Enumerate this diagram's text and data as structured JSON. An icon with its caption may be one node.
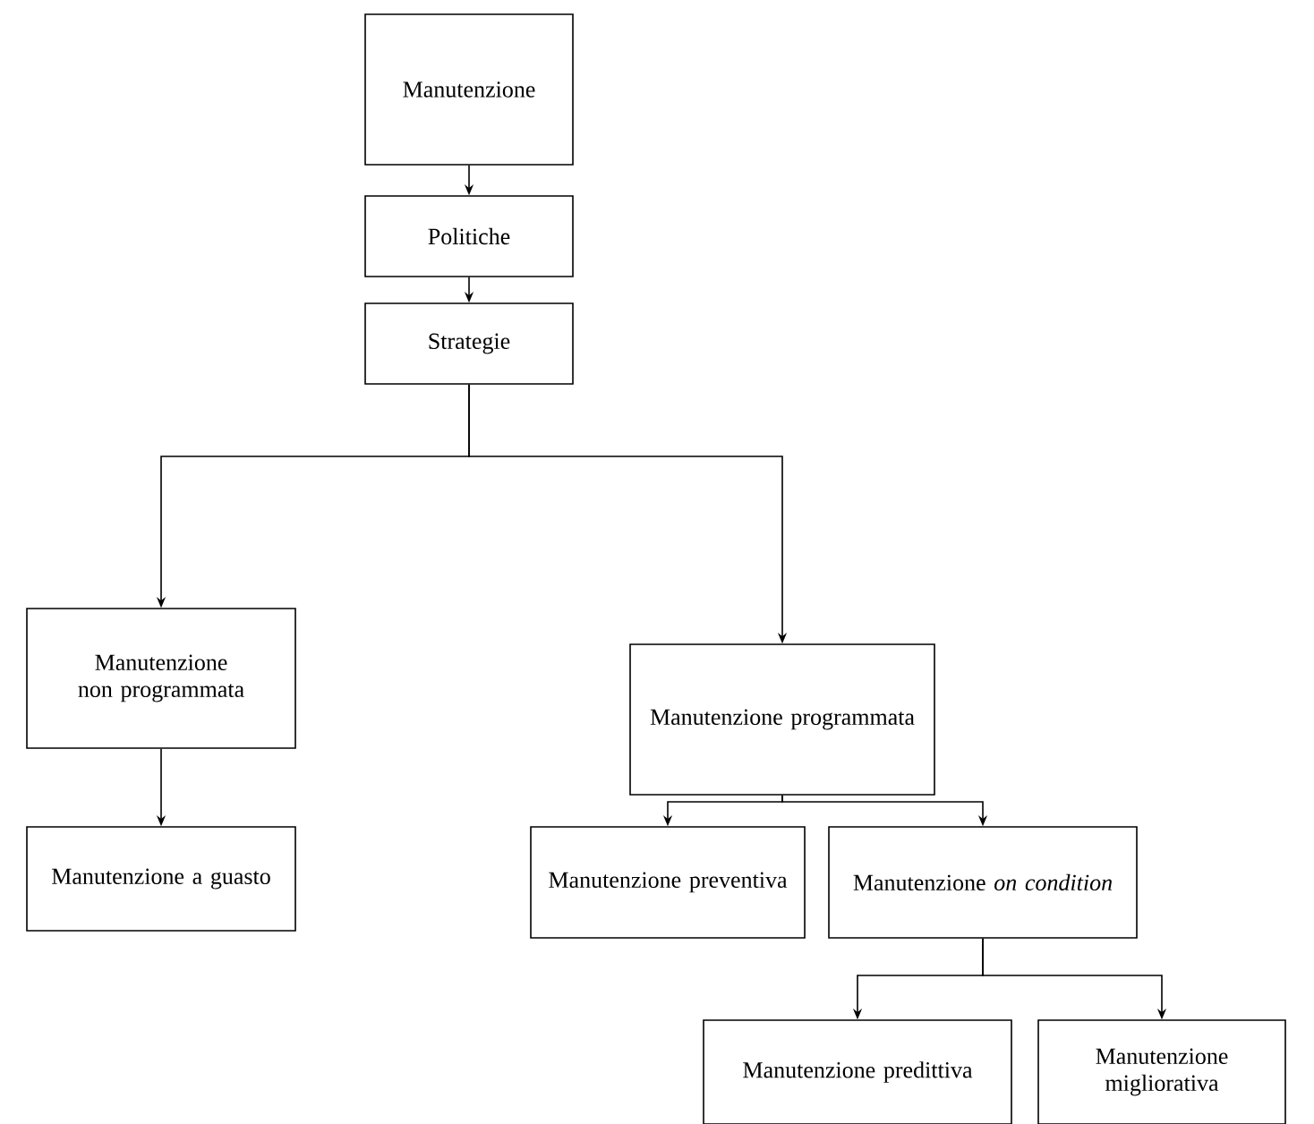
{
  "diagram": {
    "nodes": [
      {
        "text": [
          "Manutenzione"
        ]
      },
      {
        "text": [
          "Politiche"
        ]
      },
      {
        "text": [
          "Strategie"
        ]
      },
      {
        "text": [
          "Manutenzione non programmata"
        ]
      },
      {
        "text": [
          "Manutenzione programmata"
        ]
      },
      {
        "text": [
          "Manutenzione a guasto"
        ]
      },
      {
        "text": [
          "Manutenzione preventiva"
        ]
      },
      {
        "text": [
          "Manutenzione *on condition*"
        ]
      },
      {
        "text": [
          "Manutenzione predittiva"
        ]
      },
      {
        "text": [
          "Manutenzione migliorativa"
        ]
      }
    ],
    "edges": [
      {
        "from": 0,
        "to": 1,
        "arrow": "to"
      },
      {
        "from": 1,
        "to": 2,
        "arrow": "to"
      },
      {
        "from": 2,
        "to": 3,
        "arrow": "to"
      },
      {
        "from": 2,
        "to": 4,
        "arrow": "to"
      },
      {
        "from": 3,
        "to": 5,
        "arrow": "to"
      },
      {
        "from": 4,
        "to": 6,
        "arrow": "to"
      },
      {
        "from": 4,
        "to": 7,
        "arrow": "to"
      },
      {
        "from": 7,
        "to": 8,
        "arrow": "to"
      },
      {
        "from": 7,
        "to": 9,
        "arrow": "to"
      }
    ]
  }
}
